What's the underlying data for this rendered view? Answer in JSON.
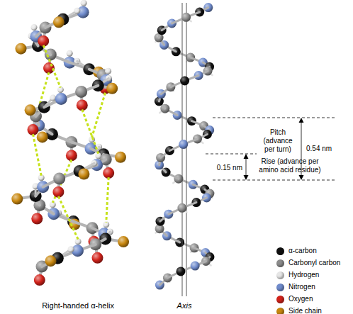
{
  "diagram": {
    "labels": [
      "Right-handed α-helix",
      "Axis",
      "Pitch (advance per turn)",
      "0.54 nm",
      "Rise (advance per amino acid residue)",
      "0.15 nm"
    ],
    "legend": [
      {
        "text": "α-carbon",
        "color": "#111111"
      },
      {
        "text": "Carbonyl carbon",
        "color": "#8c8c8c"
      },
      {
        "text": "Hydrogen",
        "color": "#e6e6e6"
      },
      {
        "text": "Nitrogen",
        "color": "#6f8bcc"
      },
      {
        "text": "Oxygen",
        "color": "#d2231b"
      },
      {
        "text": "Side chain",
        "color": "#c8870f"
      }
    ]
  }
}
